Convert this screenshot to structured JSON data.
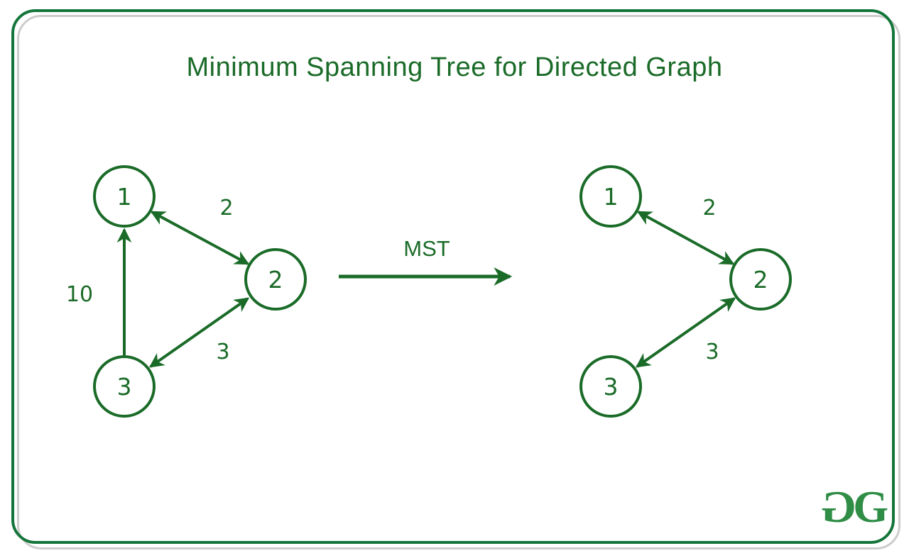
{
  "page": {
    "title": "Minimum Spanning Tree for Directed Graph"
  },
  "transform": {
    "label": "MST"
  },
  "left_graph": {
    "description": "original directed graph",
    "nodes": [
      "1",
      "2",
      "3"
    ],
    "edges": [
      {
        "weight": "2",
        "between": "1 and 2",
        "bidirectional": true
      },
      {
        "weight": "10",
        "from": "3",
        "to": "1",
        "bidirectional": false
      },
      {
        "weight": "3",
        "between": "3 and 2",
        "bidirectional": true
      }
    ]
  },
  "right_graph": {
    "description": "resulting MST",
    "nodes": [
      "1",
      "2",
      "3"
    ],
    "edges": [
      {
        "weight": "2",
        "between": "1 and 2",
        "bidirectional": true
      },
      {
        "weight": "3",
        "between": "3 and 2",
        "bidirectional": true
      }
    ]
  },
  "logo": {
    "g_reversed": "G",
    "g": "G"
  },
  "colors": {
    "diagram": "#1a6b28",
    "frame": "#14753a",
    "shadow": "#cccccc",
    "logo": "#2f8d46",
    "bg": "#ffffff"
  }
}
